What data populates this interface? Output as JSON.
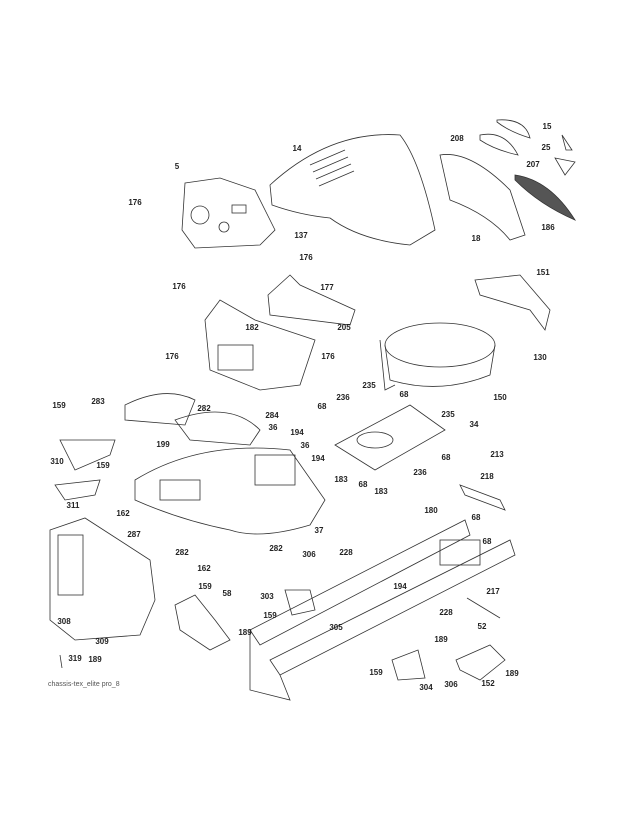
{
  "caption": "chassis-tex_elite pro_8",
  "line_color": "#333333",
  "callouts": [
    "5",
    "176",
    "14",
    "137",
    "176",
    "176",
    "177",
    "182",
    "205",
    "176",
    "176",
    "208",
    "15",
    "25",
    "207",
    "186",
    "18",
    "151",
    "130",
    "150",
    "283",
    "282",
    "284",
    "159",
    "36",
    "194",
    "36",
    "194",
    "199",
    "310",
    "159",
    "68",
    "236",
    "235",
    "68",
    "235",
    "34",
    "68",
    "236",
    "183",
    "68",
    "183",
    "213",
    "218",
    "68",
    "68",
    "311",
    "162",
    "287",
    "282",
    "37",
    "180",
    "162",
    "282",
    "306",
    "228",
    "159",
    "303",
    "194",
    "58",
    "217",
    "159",
    "305",
    "228",
    "52",
    "189",
    "308",
    "189",
    "309",
    "189",
    "189",
    "319",
    "159",
    "304",
    "306",
    "152"
  ]
}
